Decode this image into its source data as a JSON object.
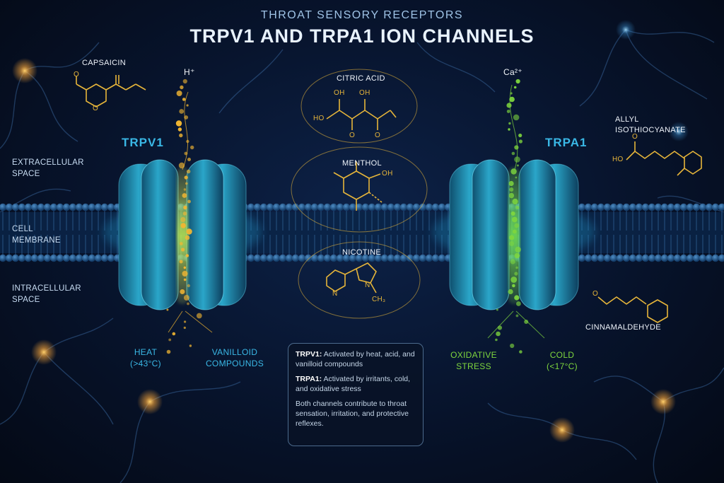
{
  "header": {
    "subtitle": "THROAT SENSORY RECEPTORS",
    "title": "TRPV1 AND TRPA1 ION CHANNELS"
  },
  "regions": {
    "extracellular": "EXTRACELLULAR SPACE",
    "membrane": "CELL MEMBRANE",
    "intracellular": "INTRACELLULAR SPACE"
  },
  "channels": {
    "left": {
      "name": "TRPV1",
      "ion": "H⁺",
      "stimuli": [
        "HEAT (>43°C)",
        "VANILLOID COMPOUNDS"
      ]
    },
    "right": {
      "name": "TRPA1",
      "ion": "Ca²⁺",
      "stimuli": [
        "OXIDATIVE STRESS",
        "COLD (<17°C)"
      ]
    }
  },
  "molecules": {
    "capsaicin": "CAPSAICIN",
    "citric_acid": "CITRIC ACID",
    "menthol": "MENTHOL",
    "nicotine": "NICOTINE",
    "allyl": "ALLYL ISOTHIOCYANATE",
    "cinnamaldehyde": "CINNAMALDEHYDE",
    "atoms": {
      "c_o_1": "O",
      "c_o_2": "O",
      "c_oh_1": "OH",
      "c_oh_2": "OH",
      "c_ho": "HO",
      "c_o_3": "O",
      "c_o_4": "O",
      "m_oh": "OH",
      "n_n1": "N",
      "n_n2": "N",
      "n_ch3": "CH₃",
      "a_ho": "HO",
      "a_o": "O",
      "ci_o": "O"
    }
  },
  "info_box": {
    "trpv1_label": "TRPV1:",
    "trpv1_text": "Activated by heat, acid, and vanilloid compounds",
    "trpa1_label": "TRPA1:",
    "trpa1_text": "Activated by irritants, cold, and oxidative stress",
    "summary": "Both channels contribute to throat sensation, irritation, and protective reflexes."
  },
  "colors": {
    "background": "#07132b",
    "channel_blue": "#3ab8e6",
    "trpv1_particles": "#f2b632",
    "trpa1_particles": "#7ed63e",
    "molecule_gold": "#e6b53a"
  }
}
